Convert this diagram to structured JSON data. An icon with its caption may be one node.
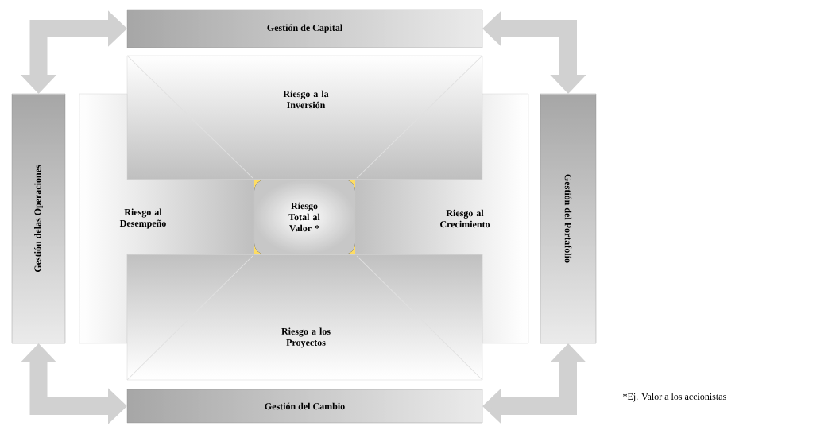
{
  "diagram": {
    "nodes": [
      {
        "text": [
          "Gestión de Capital"
        ]
      },
      {
        "text": [
          "Gestión delas Operaciones"
        ]
      },
      {
        "text": [
          "Riesgo a la Inversión"
        ]
      },
      {
        "text": [
          "Riesgo al Desempeño"
        ]
      },
      {
        "text": [
          "Riesgo Total al Valor *"
        ]
      },
      {
        "text": [
          "Riesgo al Crecimiento"
        ]
      },
      {
        "text": [
          "Gestión del Portafolio"
        ]
      },
      {
        "text": [
          "Riesgo a los Proyectos"
        ]
      },
      {
        "text": [
          "Gestión del Cambio"
        ]
      }
    ],
    "edges": [
      {
        "from": 1,
        "to": 0,
        "arrow": "both"
      },
      {
        "from": 0,
        "to": 6,
        "arrow": "both"
      },
      {
        "from": 1,
        "to": 8,
        "arrow": "both"
      },
      {
        "from": 6,
        "to": 8,
        "arrow": "both"
      }
    ],
    "labels": [
      "*Ej. Valor a los accionistas"
    ]
  }
}
